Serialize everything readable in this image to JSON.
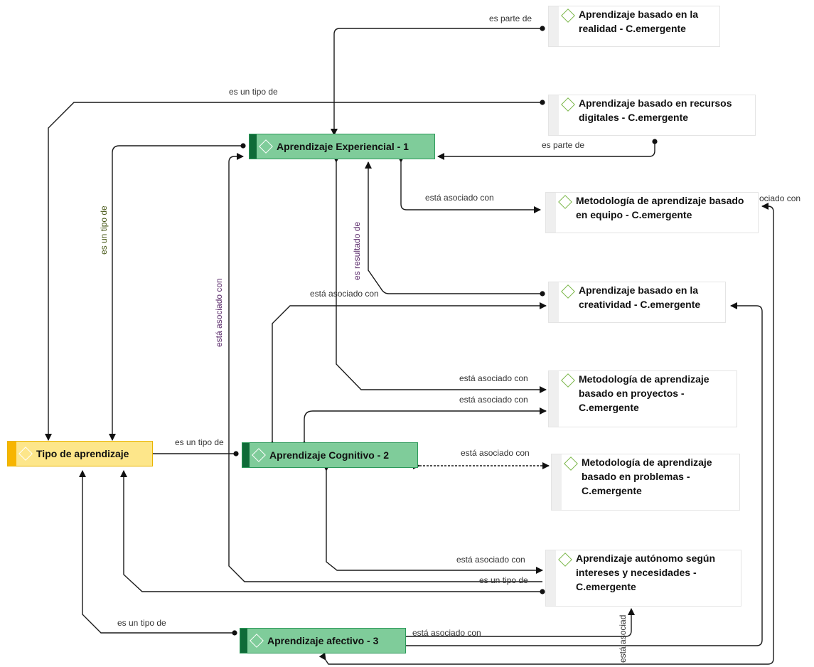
{
  "nodes": {
    "root": "Tipo de aprendizaje",
    "experiencial": "Aprendizaje Experiencial - 1",
    "cognitivo": "Aprendizaje Cognitivo - 2",
    "afectivo": "Aprendizaje afectivo - 3",
    "realidad": "Aprendizaje basado en la realidad - C.emergente",
    "recursos": "Aprendizaje basado en recursos digitales - C.emergente",
    "equipo": "Metodología de aprendizaje basado en equipo - C.emergente",
    "creatividad": "Aprendizaje basado en la creatividad - C.emergente",
    "proyectos": "Metodología de aprendizaje basado en proyectos - C.emergente",
    "problemas": "Metodología de aprendizaje basado en problemas - C.emergente",
    "autonomo": "Aprendizaje autónomo según intereses y necesidades - C.emergente"
  },
  "edge_labels": {
    "es_parte_de_top": "es parte de",
    "es_un_tipo_de_top": "es un tipo de",
    "es_parte_de_recursos": "es parte de",
    "asociado_equipo": "está asociado con",
    "asociado_equipo_right": "ociado con",
    "es_un_tipo_de_vertical": "es un tipo de",
    "asociado_vertical": "está asociado con",
    "es_resultado_de": "es resultado de",
    "asociado_creatividad": "está asociado con",
    "asociado_proyectos_1": "está asociado con",
    "asociado_proyectos_2": "está asociado con",
    "es_un_tipo_de_cognitivo": "es un tipo de",
    "asociado_problemas": "está asociado con",
    "asociado_autonomo": "está asociado con",
    "es_un_tipo_de_autonomo": "es un tipo de",
    "es_un_tipo_de_afectivo": "es un tipo de",
    "asociado_afectivo": "está asociado con",
    "asociad_vertical_bottom": "está asociad"
  },
  "colors": {
    "core_fill": "#7fcc9a",
    "core_stripe": "#0f6b38",
    "root_fill": "#fde68a",
    "root_stripe": "#f7b500",
    "diamond_icon": "#7ab648"
  }
}
